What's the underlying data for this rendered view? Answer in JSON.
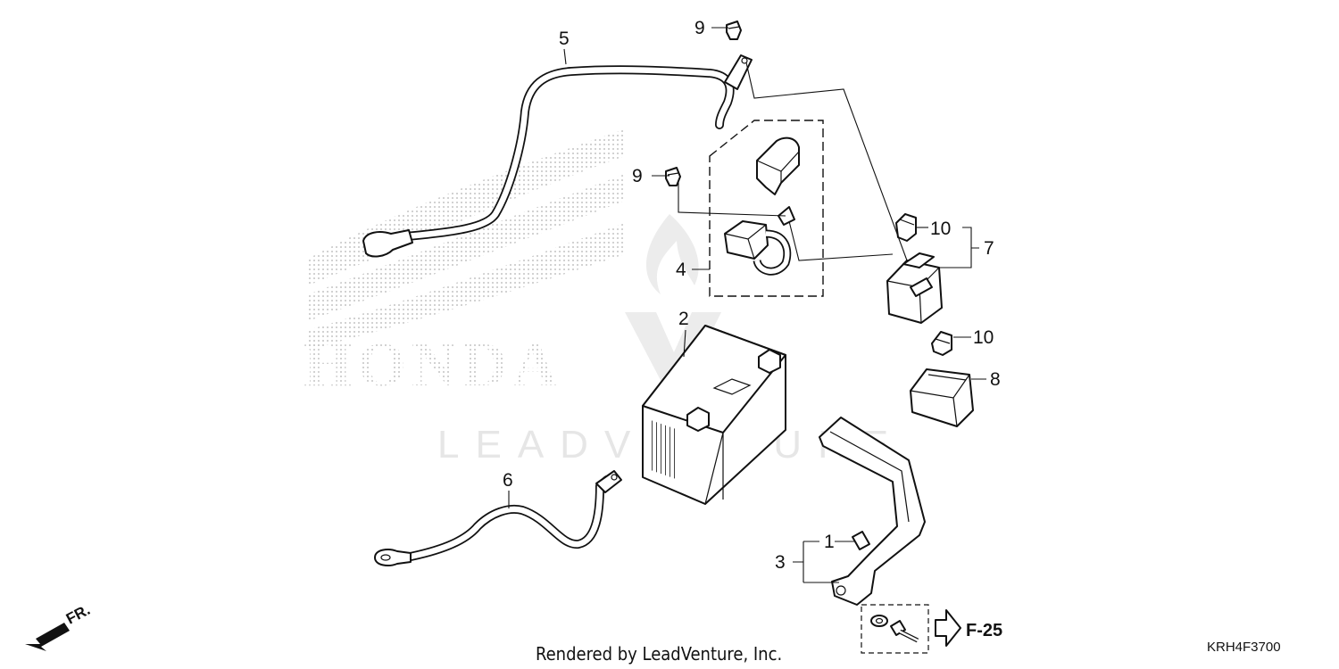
{
  "callouts": {
    "c1": "1",
    "c2": "2",
    "c3": "3",
    "c4": "4",
    "c5": "5",
    "c6": "6",
    "c7": "7",
    "c8": "8",
    "c9a": "9",
    "c9b": "9",
    "c10a": "10",
    "c10b": "10"
  },
  "reference": {
    "label": "F-25"
  },
  "direction": {
    "label": "FR."
  },
  "footer": {
    "rendered_by": "Rendered by LeadVenture, Inc.",
    "diagram_code": "KRH4F3700"
  },
  "watermark": {
    "text": "LEADVENTURE",
    "brand": "HONDA"
  },
  "colors": {
    "line": "#111111",
    "watermark": "#e6e6e6",
    "dots": "#c8c8c8"
  }
}
